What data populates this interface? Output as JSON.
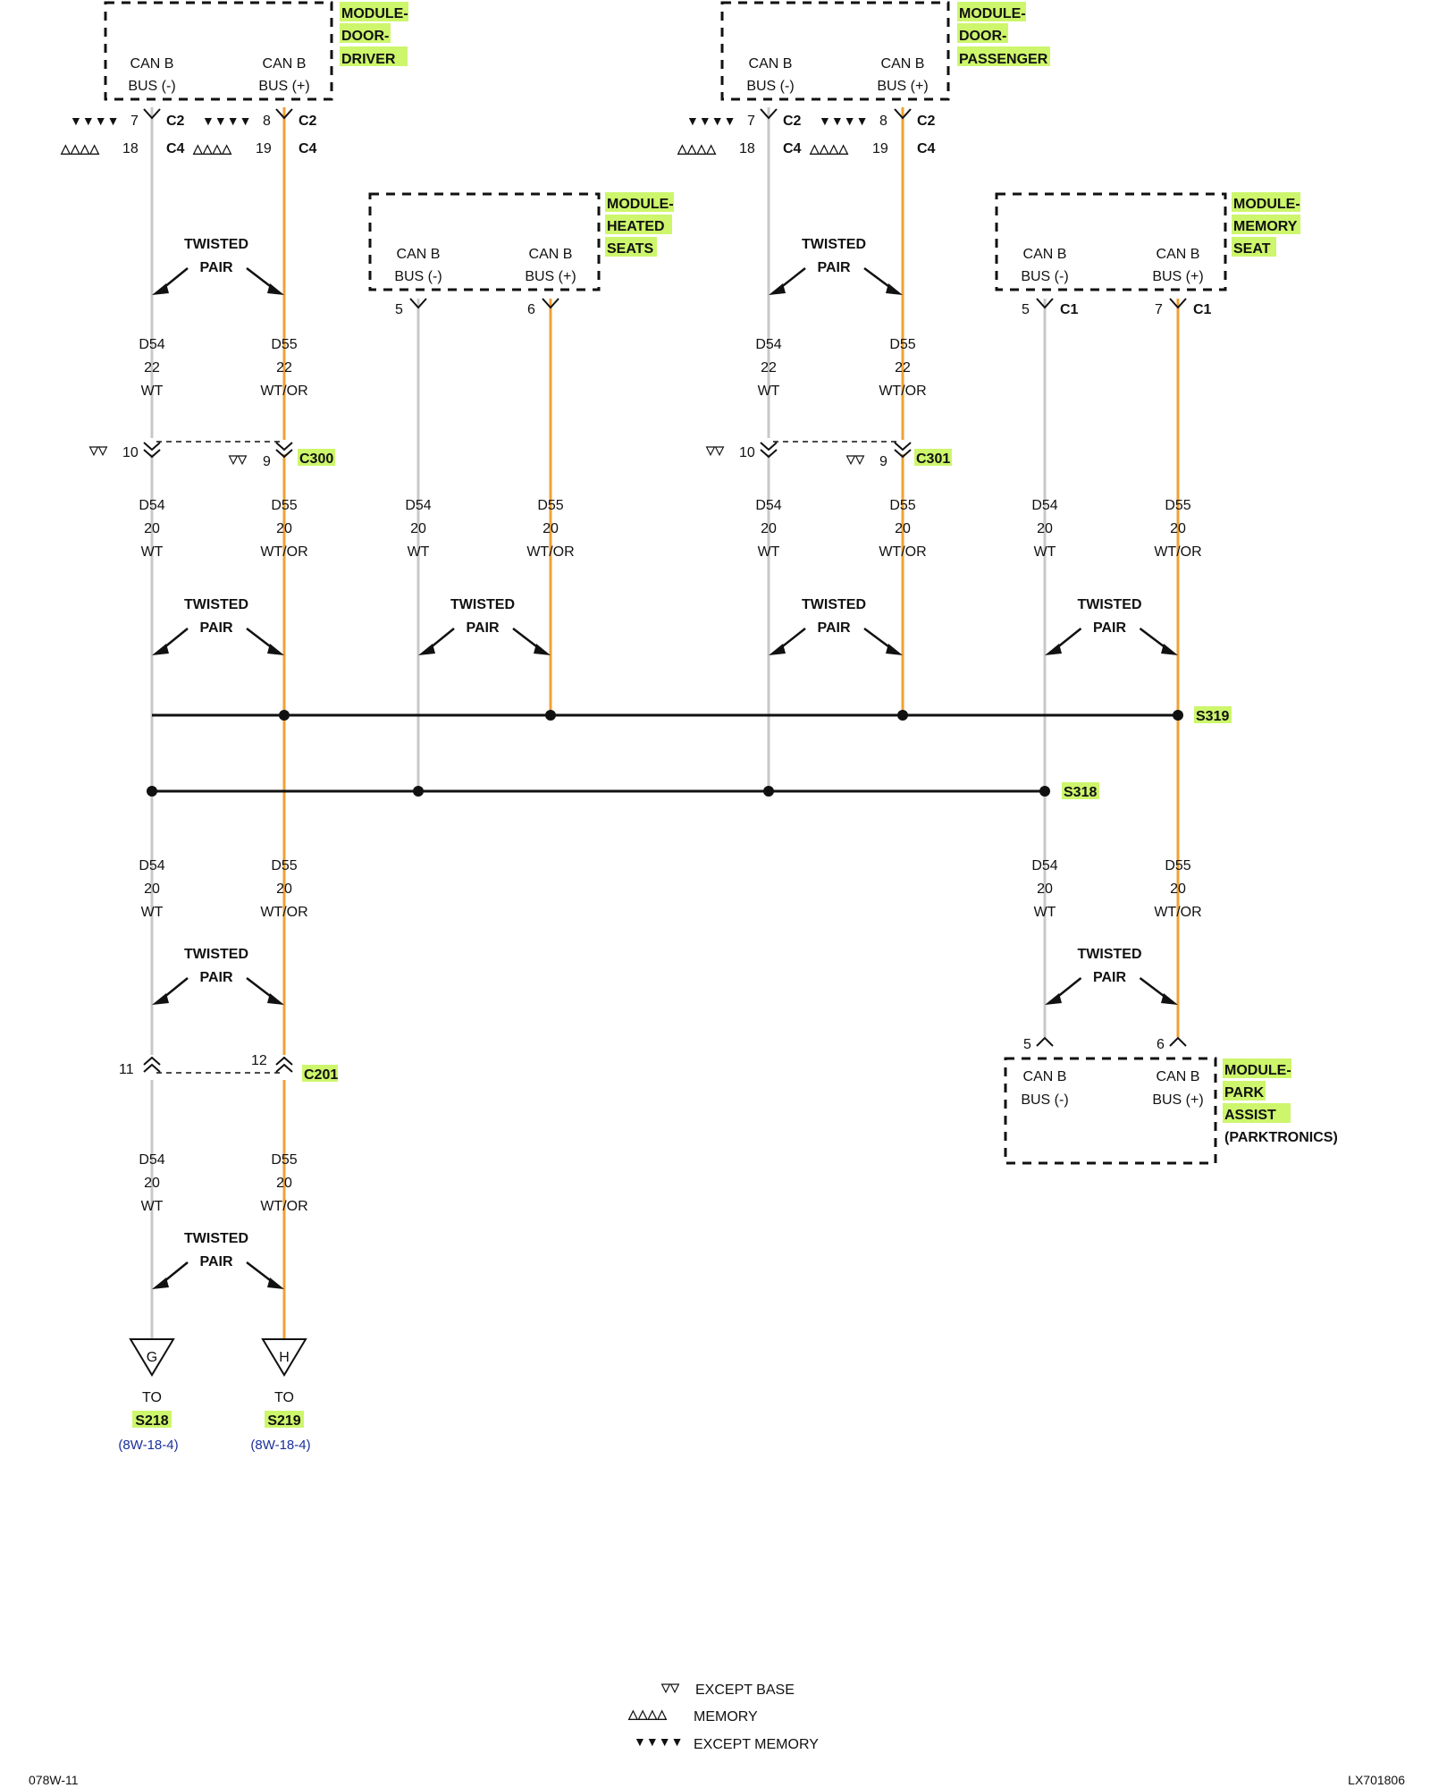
{
  "colors": {
    "wire_minus": "#c8c8c8",
    "wire_plus": "#f0a133",
    "highlight": "#cdf66c",
    "ref_link": "#1a2f9a"
  },
  "text": {
    "can_b": "CAN B",
    "bus_minus": "BUS (-)",
    "bus_plus": "BUS (+)",
    "twisted": "TWISTED",
    "pair": "PAIR",
    "to": "TO"
  },
  "modules": [
    {
      "id": "door-driver",
      "lines": [
        "MODULE-",
        "DOOR-",
        "DRIVER"
      ]
    },
    {
      "id": "door-passenger",
      "lines": [
        "MODULE-",
        "DOOR-",
        "PASSENGER"
      ]
    },
    {
      "id": "heated-seats",
      "lines": [
        "MODULE-",
        "HEATED",
        "SEATS"
      ]
    },
    {
      "id": "memory-seat",
      "lines": [
        "MODULE-",
        "MEMORY",
        "SEAT"
      ]
    },
    {
      "id": "park-assist",
      "lines": [
        "MODULE-",
        "PARK",
        "ASSIST"
      ],
      "extra": "(PARKTRONICS)"
    }
  ],
  "pins": {
    "dd_minus": "7",
    "dd_plus": "8",
    "dd_minus_alt": "18",
    "dd_plus_alt": "19",
    "dp_minus": "7",
    "dp_plus": "8",
    "dp_minus_alt": "18",
    "dp_plus_alt": "19",
    "hs_minus": "5",
    "hs_plus": "6",
    "ms_minus": "5",
    "ms_plus": "7",
    "pa_minus": "5",
    "pa_plus": "6",
    "c300_minus": "10",
    "c300_plus": "9",
    "c301_minus": "10",
    "c301_plus": "9",
    "c201_minus": "11",
    "c201_plus": "12"
  },
  "connectors": {
    "c2": "C2",
    "c4": "C4",
    "c1": "C1",
    "c300": "C300",
    "c301": "C301",
    "c201": "C201"
  },
  "splices": {
    "s319": "S319",
    "s318": "S318"
  },
  "wires": {
    "d54_22": [
      "D54",
      "22",
      "WT"
    ],
    "d55_22": [
      "D55",
      "22",
      "WT/OR"
    ],
    "d54_20": [
      "D54",
      "20",
      "WT"
    ],
    "d55_20": [
      "D55",
      "20",
      "WT/OR"
    ]
  },
  "terminals": [
    {
      "letter": "G",
      "dest": "S218",
      "ref": "(8W-18-4)"
    },
    {
      "letter": "H",
      "dest": "S219",
      "ref": "(8W-18-4)"
    }
  ],
  "legend": [
    {
      "symbol": "▽▽",
      "label": "EXCEPT BASE"
    },
    {
      "symbol": "△△△△",
      "label": "MEMORY"
    },
    {
      "symbol": "▼▼▼▼",
      "label": "EXCEPT MEMORY"
    }
  ],
  "footer": {
    "left": "078W-11",
    "right": "LX701806"
  }
}
